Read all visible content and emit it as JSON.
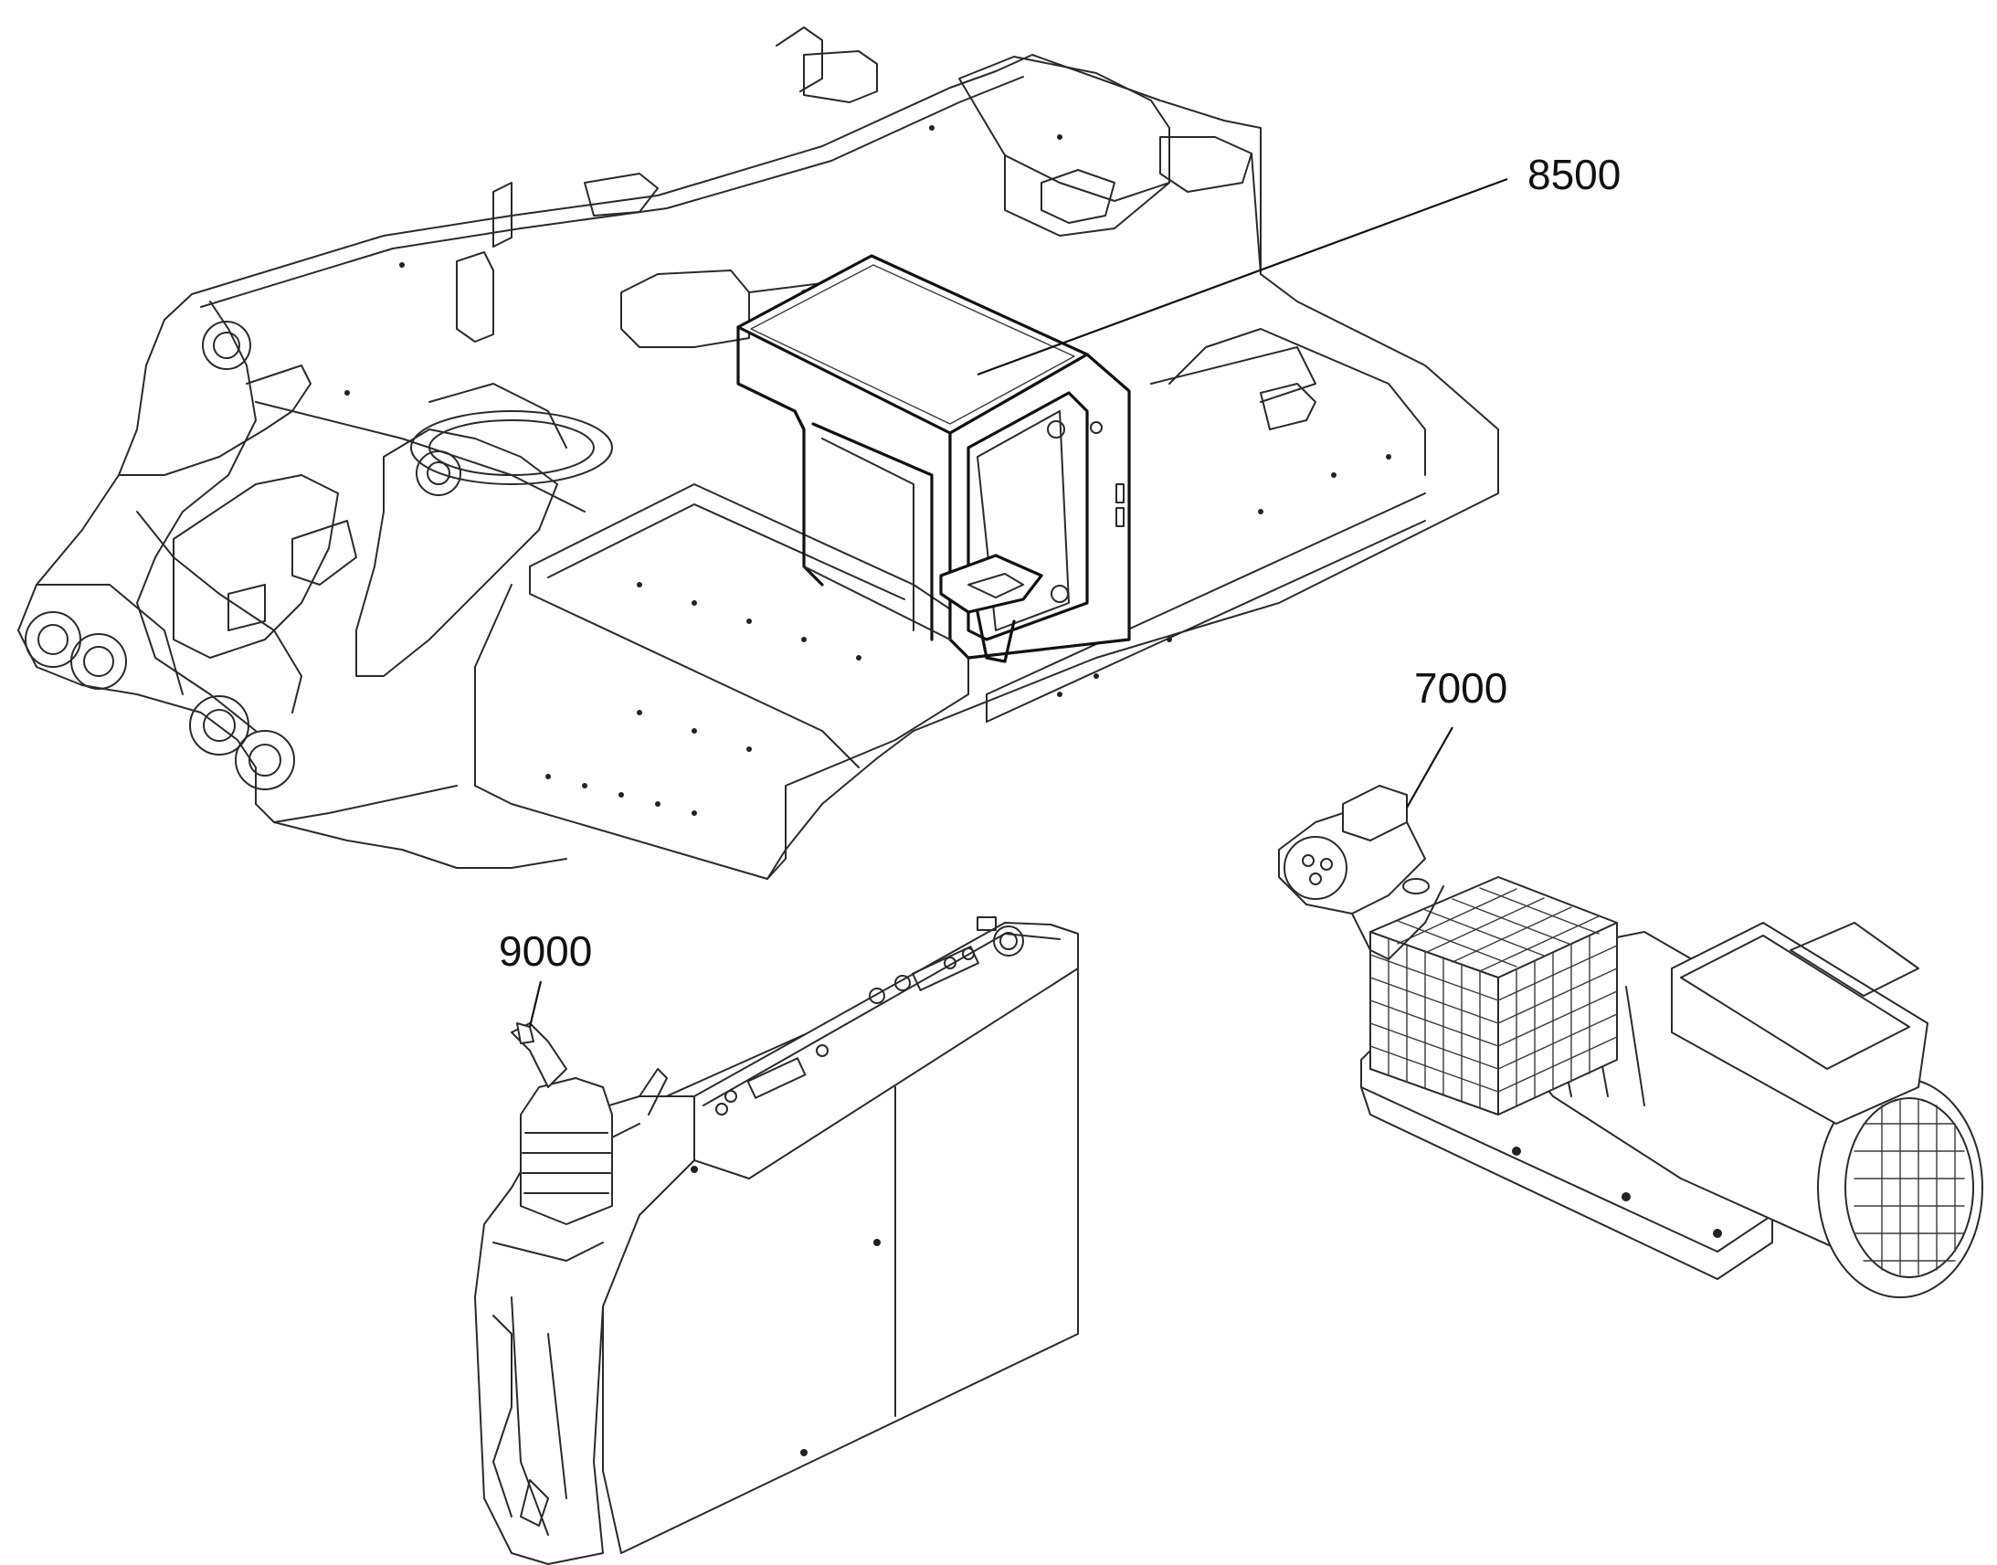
{
  "callouts": {
    "c8500": "8500",
    "c7000": "7000",
    "c9000": "9000"
  },
  "icons": [
    "machine-frame-icon",
    "cabinet-box-icon",
    "motor-pump-unit-icon",
    "control-console-joystick-icon"
  ],
  "colors": {
    "line": "#2a2a2a",
    "background": "#ffffff"
  }
}
